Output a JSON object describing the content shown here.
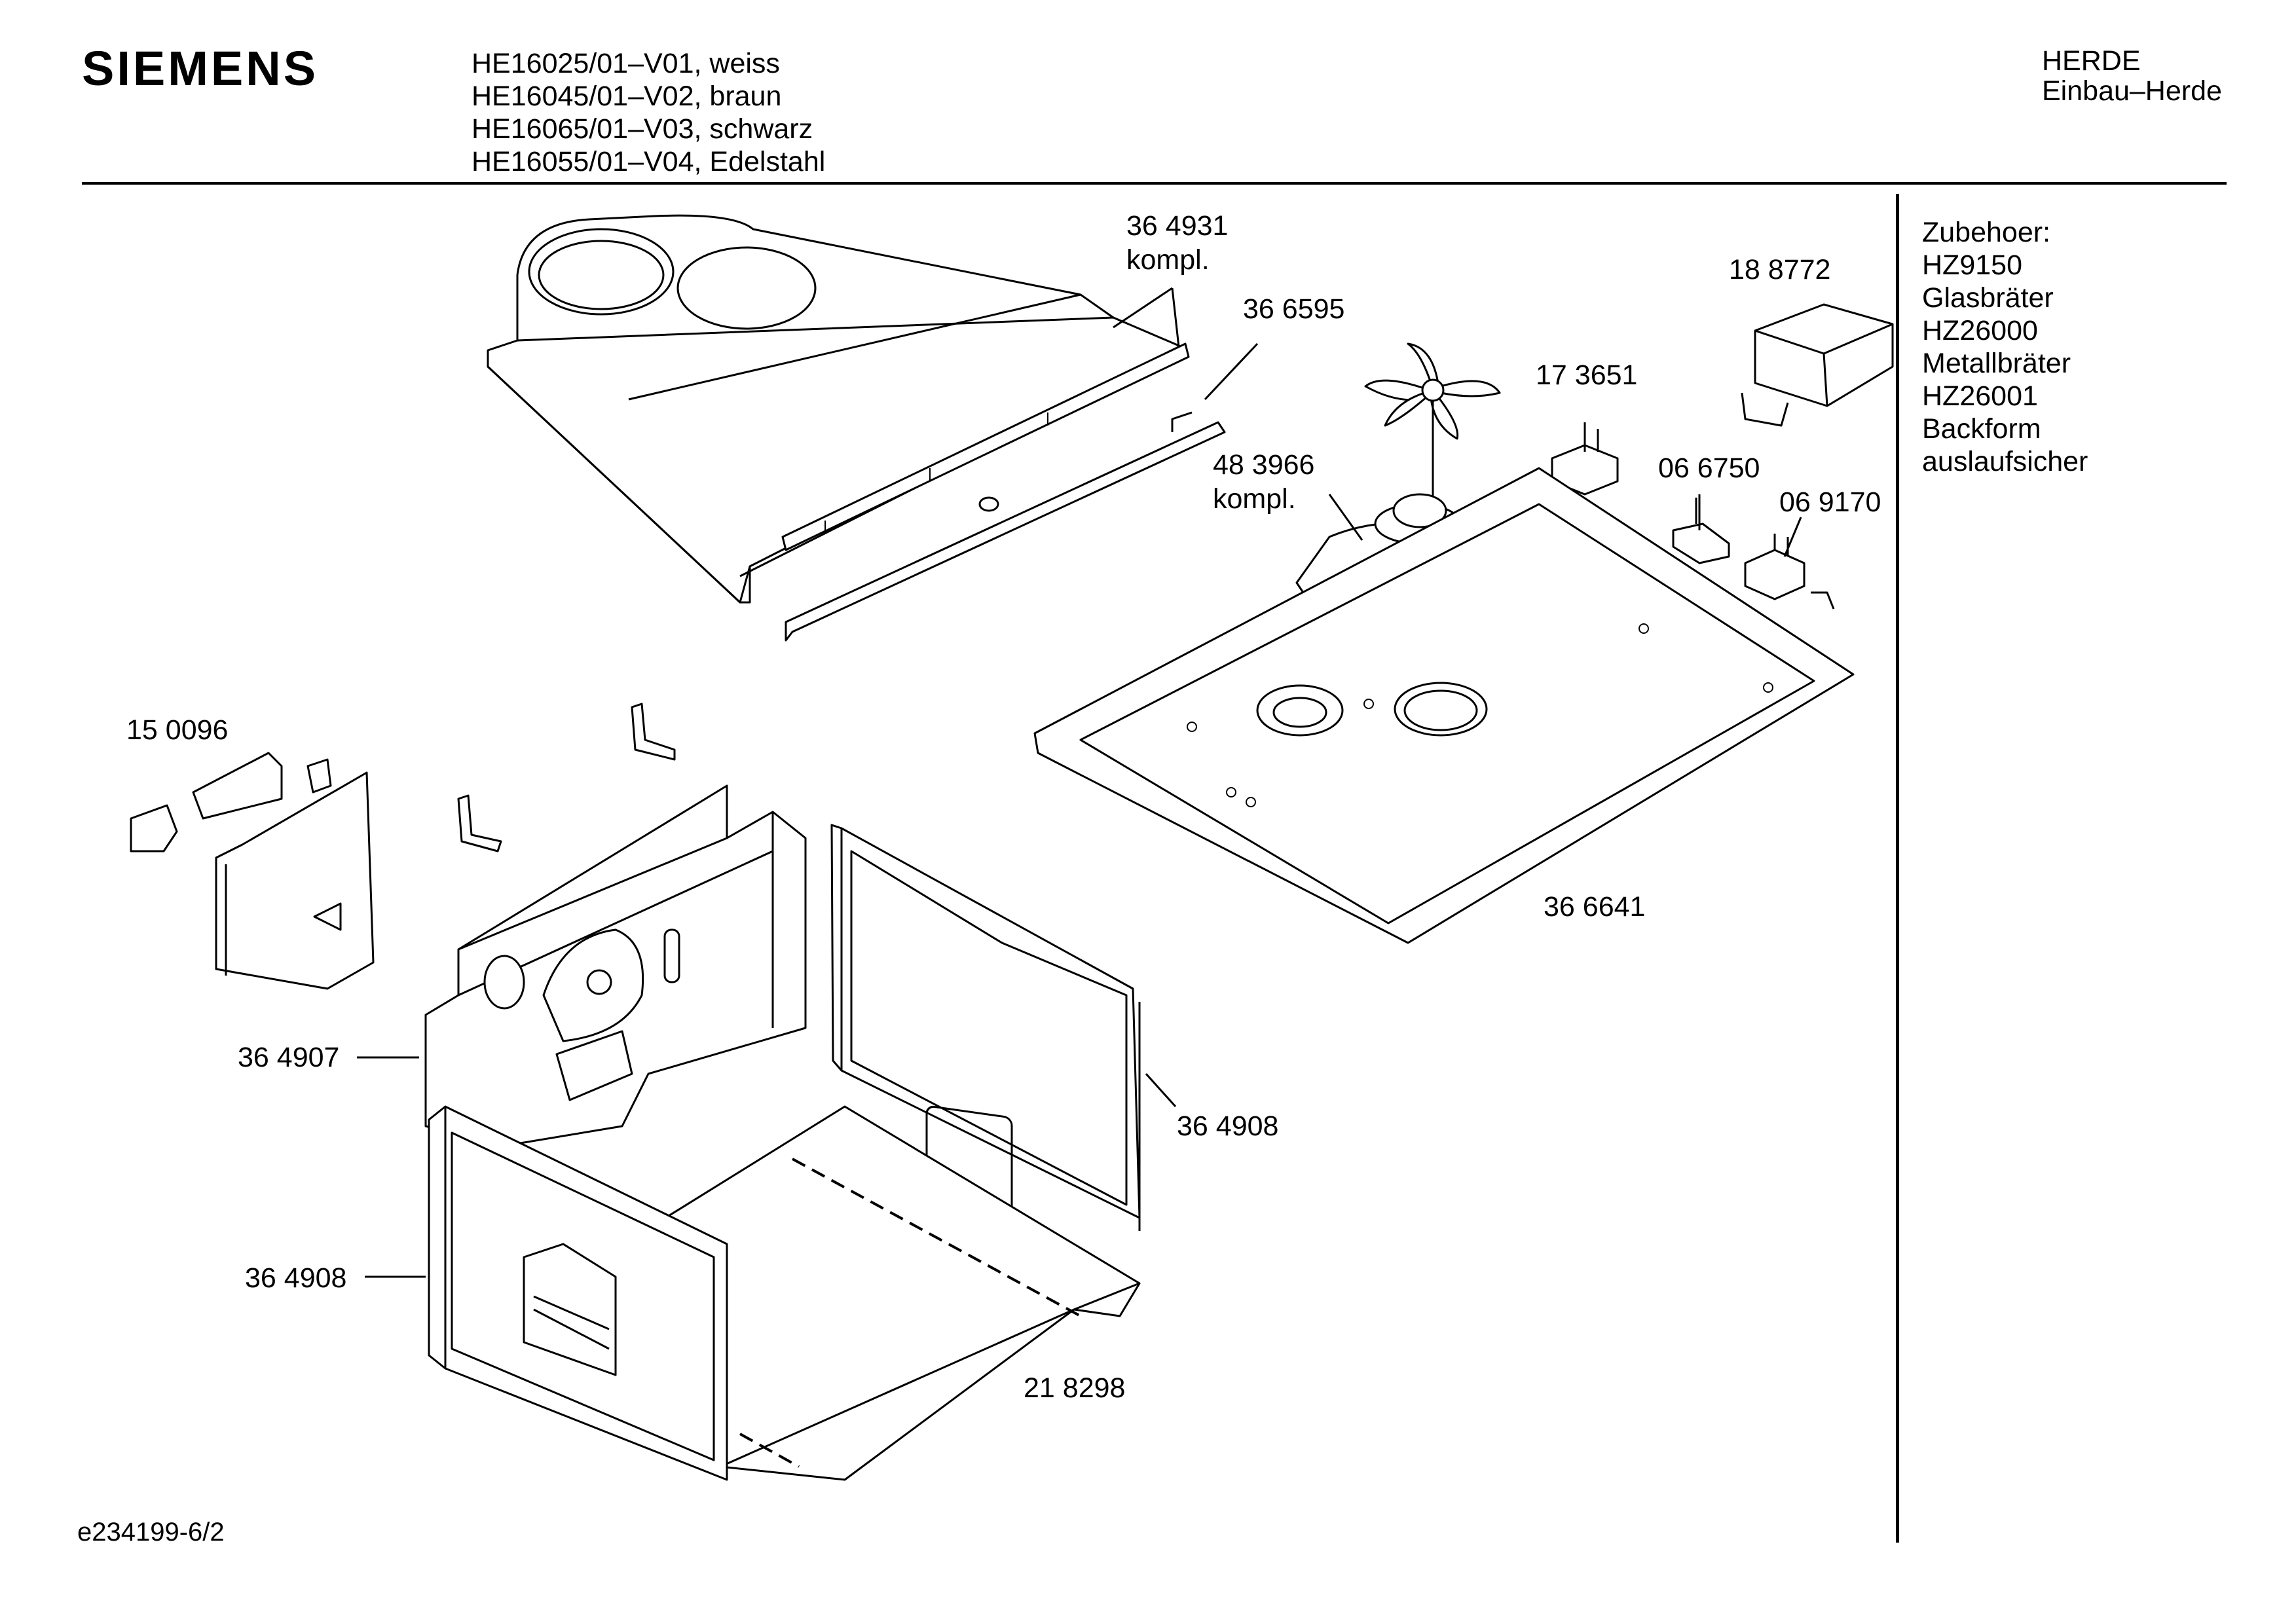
{
  "header": {
    "brand": "SIEMENS",
    "models": [
      "HE16025/01–V01, weiss",
      "HE16045/01–V02, braun",
      "HE16065/01–V03, schwarz",
      "HE16055/01–V04, Edelstahl"
    ],
    "category": [
      "HERDE",
      "Einbau–Herde"
    ]
  },
  "accessories": [
    "Zubehoer:",
    "HZ9150",
    "Glasbräter",
    "HZ26000",
    "Metallbräter",
    "HZ26001",
    "Backform",
    "auslaufsicher"
  ],
  "part_labels": {
    "p364931": "36 4931",
    "p364931_sub": "kompl.",
    "p366595": "36 6595",
    "p188772": "18 8772",
    "p173651": "17 3651",
    "p483966": "48 3966",
    "p483966_sub": "kompl.",
    "p066750": "06 6750",
    "p069170": "06 9170",
    "p150096": "15 0096",
    "p366641": "36 6641",
    "p364907": "36 4907",
    "p364908_right": "36 4908",
    "p364908_left": "36 4908",
    "p218298": "21 8298"
  },
  "footer": {
    "drawing_id": "e234199-6/2"
  }
}
